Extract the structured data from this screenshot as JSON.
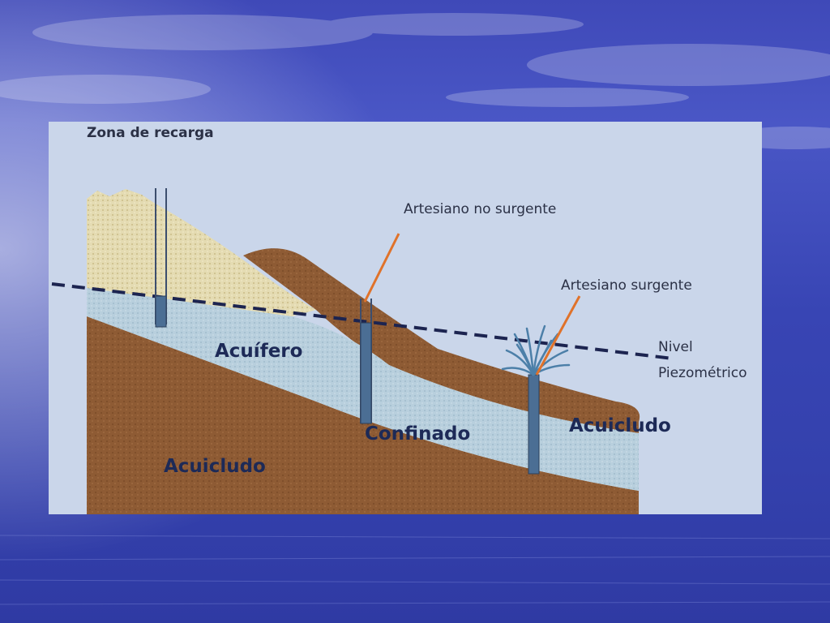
{
  "diagram": {
    "title": "Zona de recarga",
    "labels": {
      "well_non_flowing": "Artesiano no surgente",
      "well_flowing": "Artesiano surgente",
      "piezometric_level": "Nivel",
      "piezometric_level_2": "Piezométrico",
      "aquifer": "Acuífero",
      "confined": "Confinado",
      "aquiclude_right": "Acuicludo",
      "aquiclude_bottom": "Acuicludo"
    },
    "colors": {
      "panel_background": "#cad6ea",
      "recharge_sand": "#e4dbb2",
      "aquifer": "#b8cfdd",
      "aquiclude": "#8e5b34",
      "well_casing": "#4b6e94",
      "piezometric_line": "#1c2450",
      "pointer_line": "#e0722a"
    }
  }
}
